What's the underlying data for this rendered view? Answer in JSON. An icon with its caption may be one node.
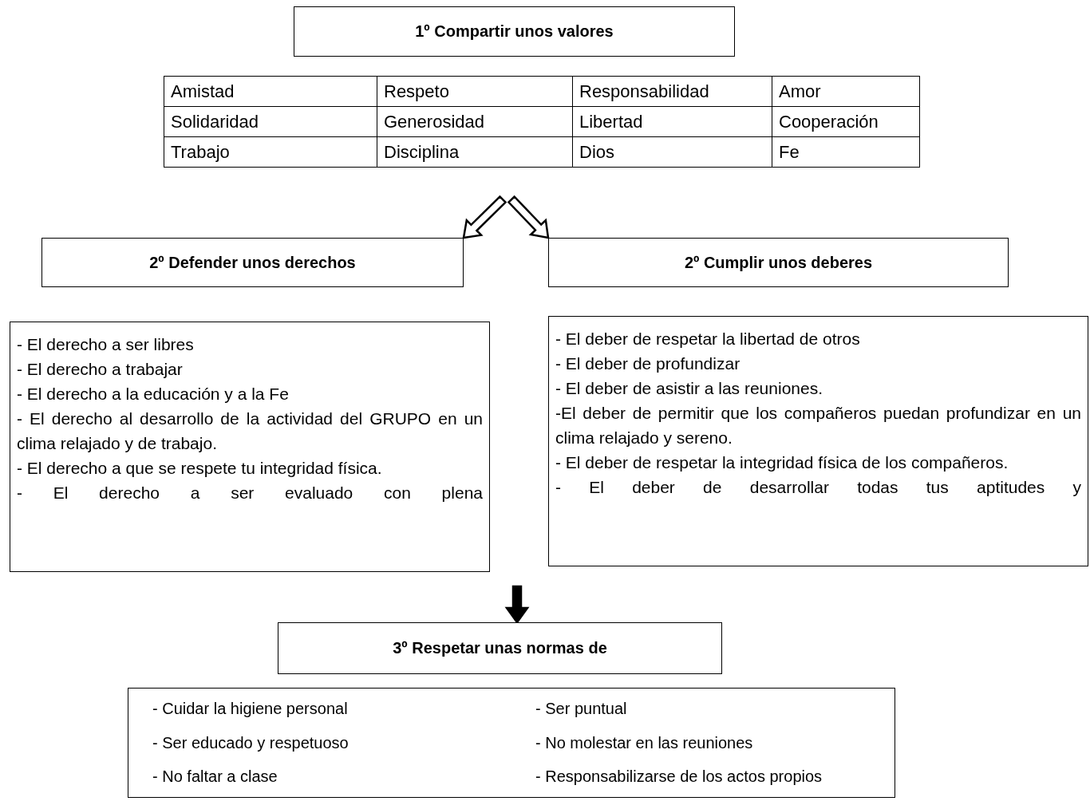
{
  "diagram": {
    "nodes": [
      {
        "text": [
          "1º Compartir unos valores"
        ]
      },
      {
        "text": [
          "2º Defender unos derechos"
        ]
      },
      {
        "text": [
          "2º Cumplir unos deberes"
        ]
      },
      {
        "text": [
          "- El derecho a ser libres",
          "- El derecho a trabajar",
          "- El derecho a la educación y a la Fe",
          "- El derecho al desarrollo de la actividad del GRUPO en un clima relajado y de trabajo.",
          "- El derecho a que se respete tu integridad física.",
          "- El derecho a ser evaluado con plena"
        ]
      },
      {
        "text": [
          "- El deber de respetar la libertad de otros",
          "- El deber de profundizar",
          "- El deber de asistir a las reuniones.",
          "-El deber de permitir que los compañeros puedan profundizar en un clima relajado y sereno.",
          "- El deber de respetar la integridad física de los compañeros.",
          "- El deber de desarrollar todas tus aptitudes y"
        ]
      },
      {
        "text": [
          "3º Respetar unas normas de"
        ]
      },
      {
        "text": [
          "- Cuidar la higiene personal",
          "- Ser puntual",
          "- Ser educado y respetuoso",
          "- No molestar en las reuniones",
          "- No faltar a clase",
          "- Responsabilizarse de los actos propios"
        ]
      }
    ],
    "edges": [
      {
        "from": null,
        "to": 1,
        "arrow": "to"
      },
      {
        "from": null,
        "to": 2,
        "arrow": "to"
      },
      {
        "from": null,
        "to": 5,
        "arrow": "to"
      }
    ],
    "labels": [
      "Amistad",
      "Respeto",
      "Responsabilidad",
      "Amor",
      "Solidaridad",
      "Generosidad",
      "Libertad",
      "Cooperación",
      "Trabajo",
      "Disciplina",
      "Dios",
      "Fe"
    ]
  }
}
